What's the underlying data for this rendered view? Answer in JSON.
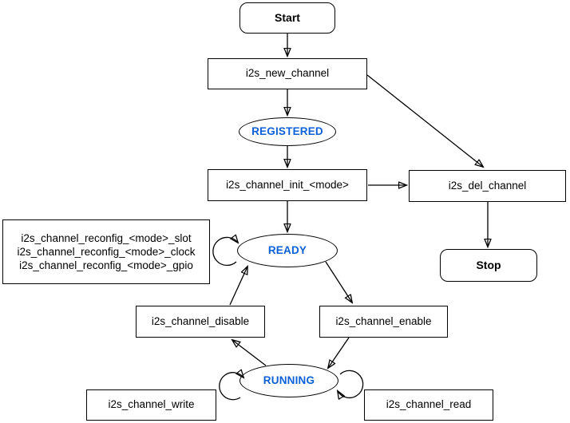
{
  "diagram": {
    "kind": "state-flow",
    "colors": {
      "state_label": "#0b5fd7",
      "node_border": "#000000",
      "node_fill": "#ffffff",
      "edge": "#000000"
    },
    "nodes": {
      "start": {
        "label": "Start",
        "shape": "rounded"
      },
      "new_channel": {
        "label": "i2s_new_channel",
        "shape": "rect"
      },
      "registered": {
        "label": "REGISTERED",
        "shape": "ellipse"
      },
      "init": {
        "label": "i2s_channel_init_<mode>",
        "shape": "rect"
      },
      "del_channel": {
        "label": "i2s_del_channel",
        "shape": "rect"
      },
      "stop": {
        "label": "Stop",
        "shape": "rounded"
      },
      "reconfig": {
        "shape": "rect",
        "lines": [
          "i2s_channel_reconfig_<mode>_slot",
          "i2s_channel_reconfig_<mode>_clock",
          "i2s_channel_reconfig_<mode>_gpio"
        ]
      },
      "ready": {
        "label": "READY",
        "shape": "ellipse"
      },
      "disable": {
        "label": "i2s_channel_disable",
        "shape": "rect"
      },
      "enable": {
        "label": "i2s_channel_enable",
        "shape": "rect"
      },
      "running": {
        "label": "RUNNING",
        "shape": "ellipse"
      },
      "write": {
        "label": "i2s_channel_write",
        "shape": "rect"
      },
      "read": {
        "label": "i2s_channel_read",
        "shape": "rect"
      }
    },
    "edges": [
      {
        "from": "Start",
        "to": "i2s_new_channel"
      },
      {
        "from": "i2s_new_channel",
        "to": "REGISTERED"
      },
      {
        "from": "i2s_new_channel",
        "to": "i2s_del_channel"
      },
      {
        "from": "REGISTERED",
        "to": "i2s_channel_init_<mode>"
      },
      {
        "from": "i2s_channel_init_<mode>",
        "to": "i2s_del_channel"
      },
      {
        "from": "i2s_channel_init_<mode>",
        "to": "READY"
      },
      {
        "from": "i2s_del_channel",
        "to": "Stop"
      },
      {
        "from": "READY",
        "to": "READY"
      },
      {
        "from": "READY",
        "to": "i2s_channel_enable"
      },
      {
        "from": "i2s_channel_disable",
        "to": "READY"
      },
      {
        "from": "i2s_channel_enable",
        "to": "RUNNING"
      },
      {
        "from": "RUNNING",
        "to": "i2s_channel_disable"
      },
      {
        "from": "RUNNING",
        "to": "RUNNING (write loop)"
      },
      {
        "from": "RUNNING",
        "to": "RUNNING (read loop)"
      }
    ]
  }
}
